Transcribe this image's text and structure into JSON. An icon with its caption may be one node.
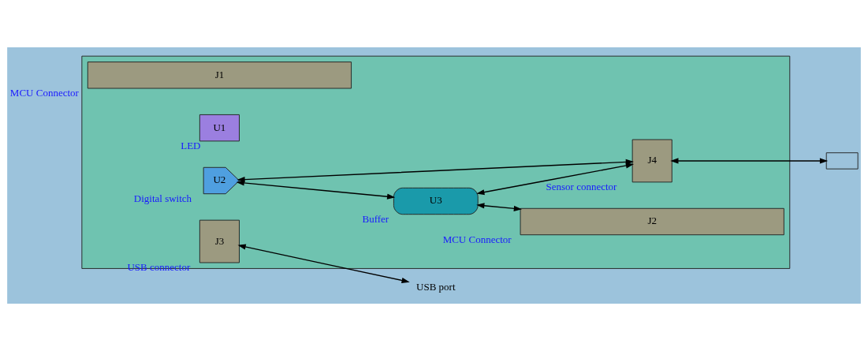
{
  "diagram": {
    "nodes": [
      {
        "text": [],
        "shape": "box"
      },
      {
        "text": [
          "J1"
        ],
        "in": 0,
        "beside": [
          "MCU Connector"
        ]
      },
      {
        "text": [
          "U1"
        ],
        "in": 0,
        "beside": [
          "LED"
        ]
      },
      {
        "text": [
          "U2"
        ],
        "in": 0,
        "beside": [
          "Digital switch"
        ]
      },
      {
        "text": [
          "J3"
        ],
        "in": 0,
        "beside": [
          "USB connector"
        ]
      },
      {
        "text": [
          "U3"
        ],
        "in": 0,
        "beside": [
          "Buffer"
        ]
      },
      {
        "text": [
          "J4"
        ],
        "in": 0,
        "beside": [
          "Sensor connector"
        ]
      },
      {
        "text": [
          "J2"
        ],
        "in": 0,
        "beside": [
          "MCU Connector"
        ]
      },
      {
        "text": [
          "USB port"
        ]
      },
      {
        "text": [],
        "shape": "box"
      }
    ],
    "edges": [
      {
        "from": 3,
        "to": 5,
        "arrow": "both"
      },
      {
        "from": 3,
        "to": 6,
        "arrow": "both"
      },
      {
        "from": 5,
        "to": 6,
        "arrow": "both"
      },
      {
        "from": 5,
        "to": 7,
        "arrow": "both"
      },
      {
        "from": 4,
        "to": 8,
        "arrow": "both"
      },
      {
        "from": 6,
        "to": 9,
        "arrow": "both"
      }
    ]
  }
}
